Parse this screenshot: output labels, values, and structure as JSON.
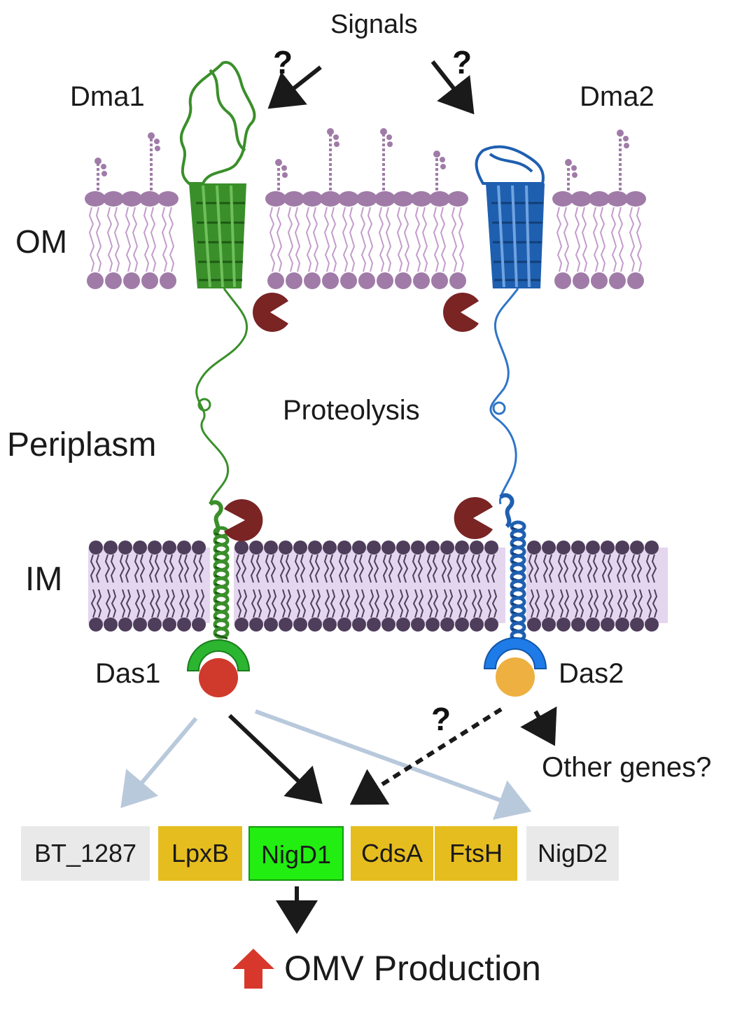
{
  "labels": {
    "signals": "Signals",
    "dma1": "Dma1",
    "dma2": "Dma2",
    "om": "OM",
    "periplasm": "Periplasm",
    "proteolysis": "Proteolysis",
    "im": "IM",
    "das1": "Das1",
    "das2": "Das2",
    "other_genes": "Other genes?",
    "omv": "OMV Production",
    "question_mark": "?"
  },
  "genes": [
    {
      "name": "BT_1287",
      "highlight": "none"
    },
    {
      "name": "LpxB",
      "highlight": "yellow"
    },
    {
      "name": "NigD1",
      "highlight": "green"
    },
    {
      "name": "CdsA",
      "highlight": "yellow"
    },
    {
      "name": "FtsH",
      "highlight": "yellow"
    },
    {
      "name": "NigD2",
      "highlight": "none"
    }
  ],
  "colors": {
    "om_lipid": "#a07ba8",
    "im_lipid": "#4f3d5c",
    "im_fill": "#e4d6ee",
    "dma1_protein": "#3a8f2a",
    "dma2_protein": "#1f5fb0",
    "protease": "#7a2424",
    "das1_cap": "#2bb530",
    "das1_core": "#d03a2c",
    "das2_cap": "#1e7be8",
    "das2_core": "#eeb040",
    "gene_grey": "#e9e9e9",
    "gene_yellow": "#e6bd1e",
    "gene_green": "#22ee11",
    "omv_arrow": "#d8382c",
    "light_arrow": "#b9c9dc"
  }
}
